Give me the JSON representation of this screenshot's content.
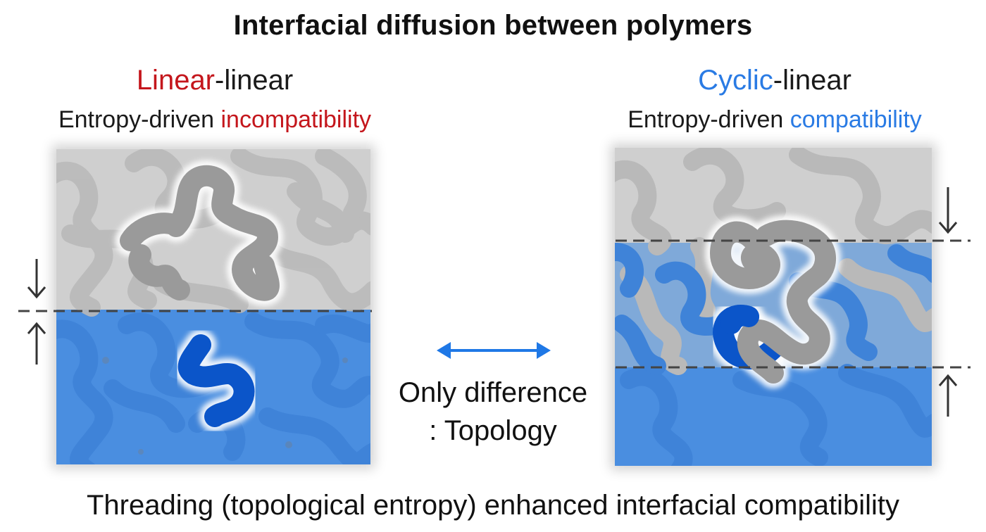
{
  "title": "Interfacial diffusion between polymers",
  "left": {
    "heading_highlight": "Linear",
    "heading_rest": "-linear",
    "subtitle_prefix": "Entropy-driven ",
    "subtitle_highlight": "incompatibility"
  },
  "right": {
    "heading_highlight": "Cyclic",
    "heading_rest": "-linear",
    "subtitle_prefix": "Entropy-driven ",
    "subtitle_highlight": "compatibility"
  },
  "center": {
    "line1": "Only difference",
    "line2": ": Topology"
  },
  "footer": "Threading (topological entropy) enhanced interfacial compatibility",
  "colors": {
    "gray_polymer": "#b3b3b3",
    "gray_chain": "#9a9a9a",
    "blue_polymer": "#4a8ee0",
    "blue_chain": "#0b55c9",
    "arrow_blue": "#1f78e6",
    "red_text": "#c4161c",
    "blue_text": "#2a7be4",
    "dash_line": "#444444"
  }
}
